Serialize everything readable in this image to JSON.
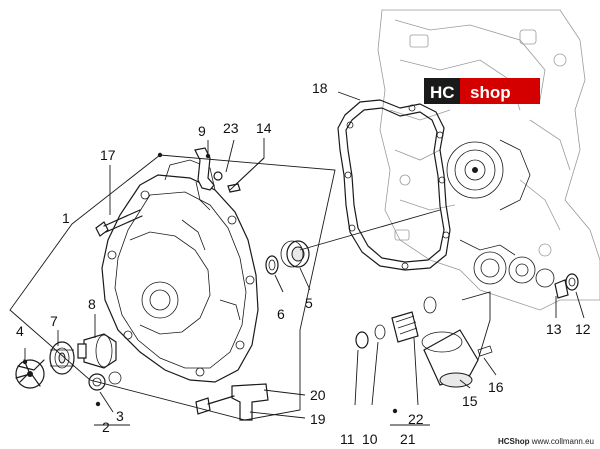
{
  "brand": {
    "hc": "HC",
    "shop": "shop",
    "hc_color": "#1a1a1a",
    "shop_color": "#d40000"
  },
  "footer": {
    "brand": "HCShop",
    "url": "www.collmann.eu"
  },
  "callouts": {
    "c1": "1",
    "c2": "2",
    "c3": "3",
    "c4": "4",
    "c5": "5",
    "c6": "6",
    "c7": "7",
    "c8": "8",
    "c9": "9",
    "c10": "10",
    "c11": "11",
    "c12": "12",
    "c13": "13",
    "c14": "14",
    "c15": "15",
    "c16": "16",
    "c17": "17",
    "c18": "18",
    "c19": "19",
    "c20": "20",
    "c21": "21",
    "c22": "22",
    "c23": "23"
  }
}
